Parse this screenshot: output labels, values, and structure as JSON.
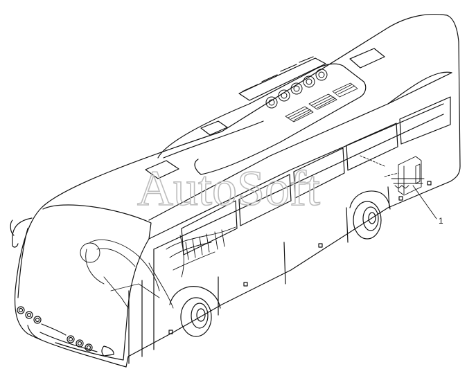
{
  "diagram": {
    "subject": "bus",
    "watermark_text": "AutoSoft",
    "callouts": [
      {
        "label": "1"
      }
    ],
    "colors": {
      "line": "#111111",
      "background": "#ffffff",
      "watermark_stroke": "#bdbdbd"
    }
  }
}
